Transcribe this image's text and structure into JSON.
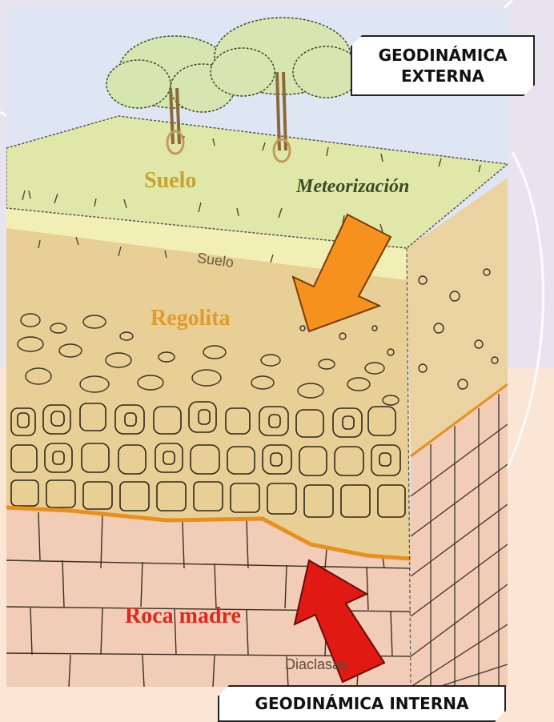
{
  "labels": {
    "suelo": "Suelo",
    "meteorizacion": "Meteorización",
    "suelo_small": "Suelo",
    "regolita": "Regolita",
    "roca_madre": "Roca madre",
    "diaclasas": "Diaclasas"
  },
  "callouts": {
    "externa_line1": "GEODINÁMICA",
    "externa_line2": "EXTERNA",
    "interna": "GEODINÁMICA INTERNA"
  },
  "colors": {
    "sky": "#dfe6f3",
    "soil": "#dfe8a8",
    "regolith": "#e8cf95",
    "bedrock": "#f1cdb8",
    "boundary_line": "#e8901e",
    "arrow_down": "#f5921e",
    "arrow_up": "#e01a12",
    "label_suelo": "#c9a231",
    "label_regolita": "#e29a2a",
    "label_roca": "#e0281c"
  },
  "icons": {
    "trees": "tree-icon",
    "arrow_down": "arrow-down-icon",
    "arrow_up": "arrow-up-icon"
  }
}
